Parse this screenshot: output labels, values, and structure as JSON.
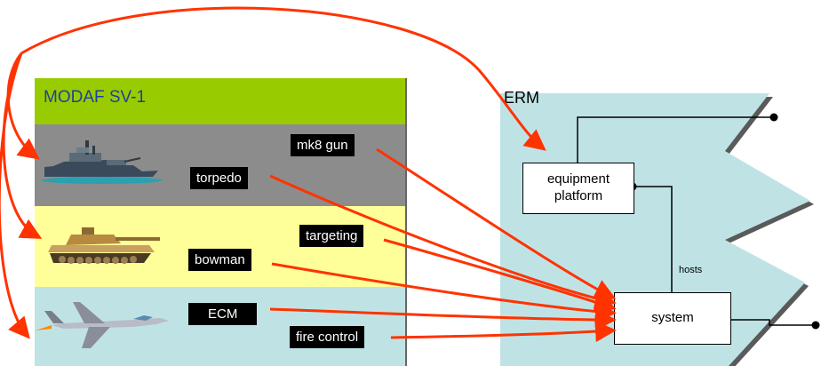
{
  "sv1": {
    "title": "MODAF SV-1",
    "labels": {
      "mk8_gun": "mk8 gun",
      "torpedo": "torpedo",
      "targeting": "targeting",
      "bowman": "bowman",
      "ecm": "ECM",
      "fire_control": "fire control"
    }
  },
  "erm": {
    "title": "ERM",
    "equipment_platform": "equipment platform",
    "system": "system",
    "hosts": "hosts"
  },
  "colors": {
    "title_bar": "#99cc00",
    "title_text": "#1f3f9f",
    "ship_band": "#8c8c8c",
    "tank_band": "#ffff99",
    "jet_band": "#bfe3e5",
    "erm_fill": "#bfe3e5",
    "arrow": "#ff3300"
  },
  "icons": [
    "warship-icon",
    "tank-icon",
    "fighter-jet-icon"
  ]
}
